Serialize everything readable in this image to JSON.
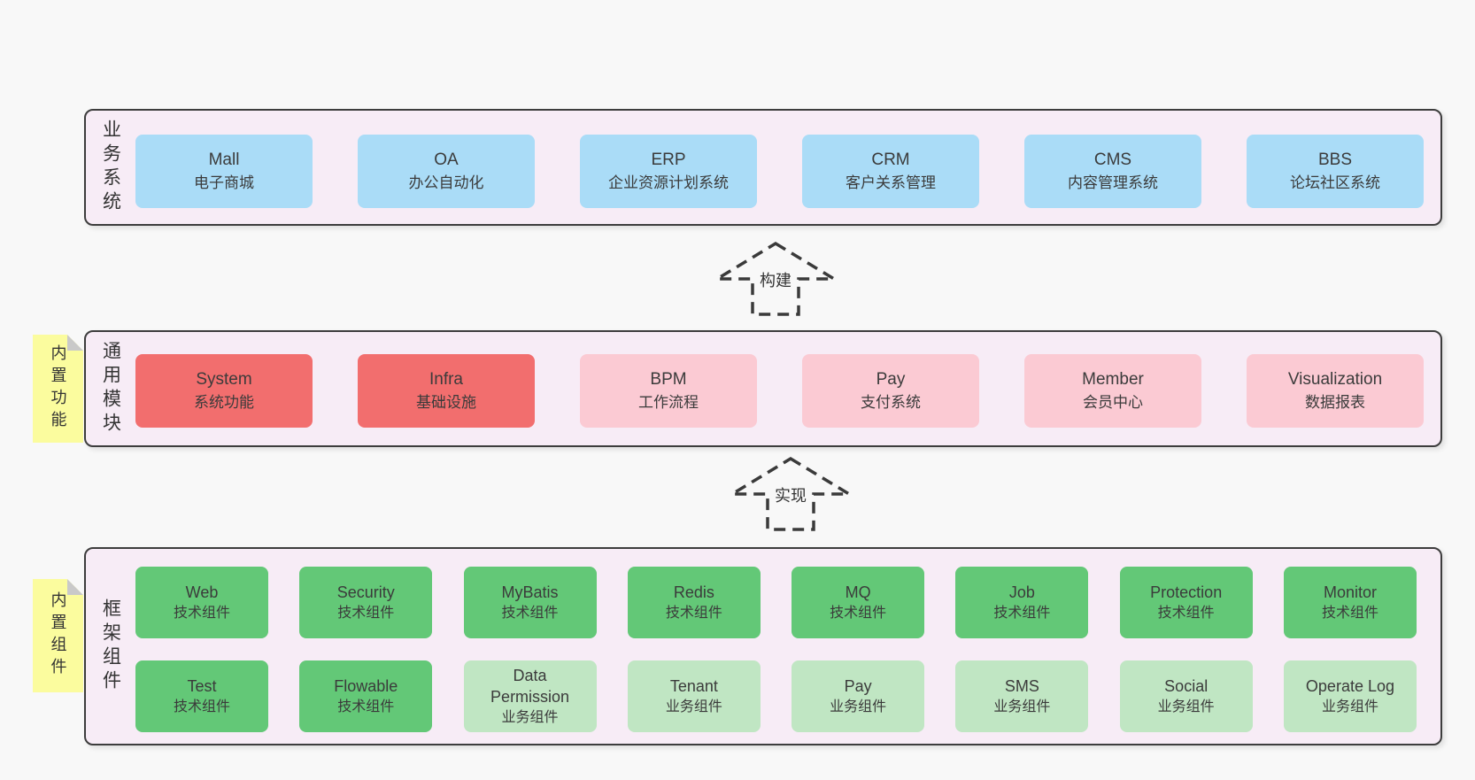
{
  "palette": {
    "page_bg": "#f8f8f8",
    "section_bg": "#f7ecf6",
    "section_border": "#3d3d3d",
    "blue": "#aadcf7",
    "red": "#f26e6e",
    "pink": "#fbcad3",
    "green": "#63c877",
    "light_green": "#c0e6c3",
    "tab_yellow": "#fbfc9e",
    "fold_gray": "#c9c9c9",
    "text": "#3b3b3b"
  },
  "business": {
    "label": "业务系统",
    "boxes": [
      {
        "en": "Mall",
        "zh": "电子商城"
      },
      {
        "en": "OA",
        "zh": "办公自动化"
      },
      {
        "en": "ERP",
        "zh": "企业资源计划系统"
      },
      {
        "en": "CRM",
        "zh": "客户关系管理"
      },
      {
        "en": "CMS",
        "zh": "内容管理系统"
      },
      {
        "en": "BBS",
        "zh": "论坛社区系统"
      }
    ]
  },
  "arrows": {
    "build": "构建",
    "implement": "实现"
  },
  "modules": {
    "label": "通用模块",
    "tab": "内置功能",
    "boxes": [
      {
        "en": "System",
        "zh": "系统功能"
      },
      {
        "en": "Infra",
        "zh": "基础设施"
      },
      {
        "en": "BPM",
        "zh": "工作流程"
      },
      {
        "en": "Pay",
        "zh": "支付系统"
      },
      {
        "en": "Member",
        "zh": "会员中心"
      },
      {
        "en": "Visualization",
        "zh": "数据报表"
      }
    ]
  },
  "components": {
    "label": "框架组件",
    "tab": "内置组件",
    "row1": [
      {
        "en": "Web",
        "zh": "技术组件"
      },
      {
        "en": "Security",
        "zh": "技术组件"
      },
      {
        "en": "MyBatis",
        "zh": "技术组件"
      },
      {
        "en": "Redis",
        "zh": "技术组件"
      },
      {
        "en": "MQ",
        "zh": "技术组件"
      },
      {
        "en": "Job",
        "zh": "技术组件"
      },
      {
        "en": "Protection",
        "zh": "技术组件"
      },
      {
        "en": "Monitor",
        "zh": "技术组件"
      }
    ],
    "row2": [
      {
        "en": "Test",
        "zh": "技术组件"
      },
      {
        "en": "Flowable",
        "zh": "技术组件"
      },
      {
        "en": "Data Permission",
        "zh": "业务组件"
      },
      {
        "en": "Tenant",
        "zh": "业务组件"
      },
      {
        "en": "Pay",
        "zh": "业务组件"
      },
      {
        "en": "SMS",
        "zh": "业务组件"
      },
      {
        "en": "Social",
        "zh": "业务组件"
      },
      {
        "en": "Operate Log",
        "zh": "业务组件"
      }
    ]
  }
}
